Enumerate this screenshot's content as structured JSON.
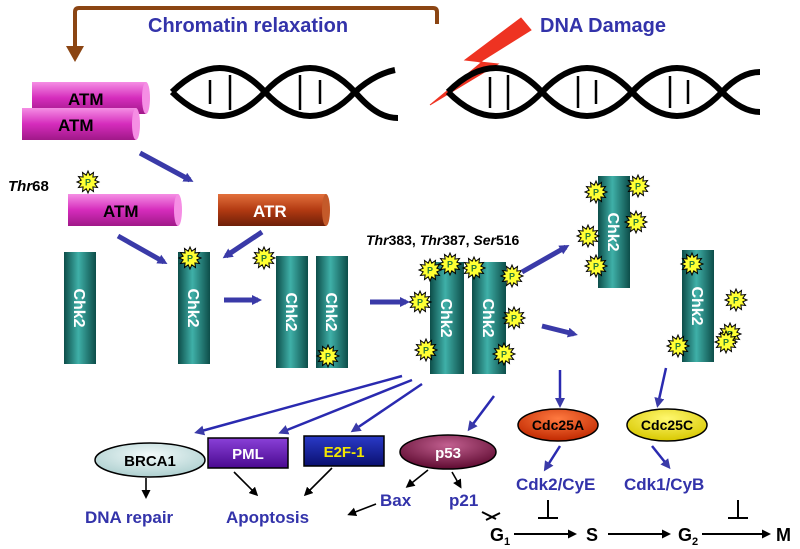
{
  "top": {
    "chromatin_relaxation": "Chromatin relaxation",
    "dna_damage": "DNA Damage"
  },
  "kinases": {
    "atm": "ATM",
    "atr": "ATR",
    "thr68": "Thr",
    "thr68_num": "68",
    "chk2": "Chk2"
  },
  "sites": {
    "thr383": "Thr",
    "n383": "383, ",
    "thr387": "Thr",
    "n387": "387, ",
    "ser516": "Ser",
    "n516": "516"
  },
  "phospho": "P",
  "targets": {
    "brca1": "BRCA1",
    "pml": "PML",
    "e2f1": "E2F-1",
    "p53": "p53",
    "cdc25a": "Cdc25A",
    "cdc25c": "Cdc25C"
  },
  "outcomes": {
    "dna_repair": "DNA repair",
    "apoptosis": "Apoptosis",
    "bax": "Bax",
    "p21": "p21",
    "cdk2_cye": "Cdk2/CyE",
    "cdk1_cyb": "Cdk1/CyB"
  },
  "cell_cycle": {
    "g": "G",
    "sub1": "1",
    "s": "S",
    "sub2": "2",
    "m": "M"
  },
  "colors": {
    "atm_magenta": "#e040c8",
    "atr_rust": "#b8401a",
    "chk2_teal": "#1f7d78",
    "arrow_blue": "#3a3aa8",
    "text_blue": "#3333aa",
    "bracket_brown": "#8b4513",
    "lightning": "#ee3322",
    "cdc25a_red": "#e03a10",
    "cdc25c_yellow": "#f2e600",
    "pml_purple": "#6a1fb0",
    "e2f1_blue": "#1020a0",
    "p53_maroon": "#7a1040"
  }
}
